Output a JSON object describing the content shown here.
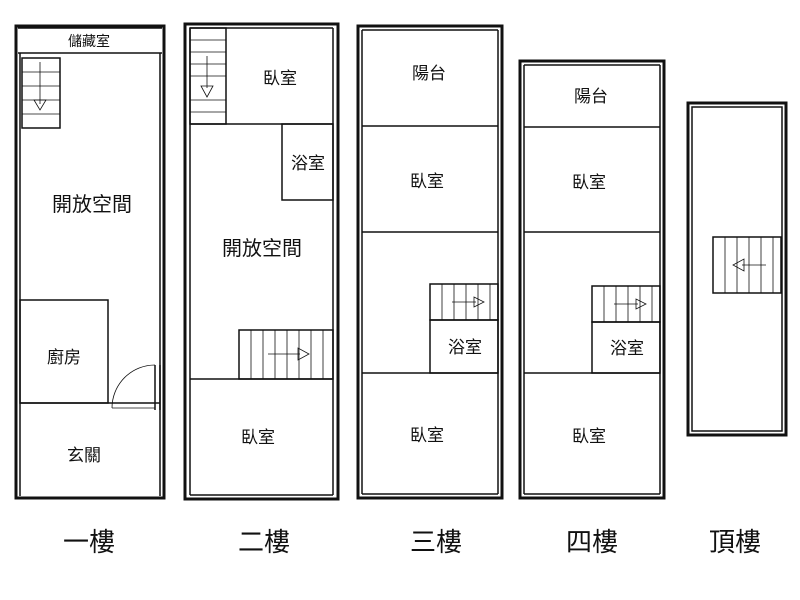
{
  "floors": [
    {
      "label": "一樓",
      "rooms": {
        "storage": "儲藏室",
        "open_space": "開放空間",
        "kitchen": "廚房",
        "entrance": "玄關"
      }
    },
    {
      "label": "二樓",
      "rooms": {
        "bedroom": "臥室",
        "bathroom": "浴室",
        "open_space": "開放空間",
        "bedroom_2": "臥室"
      }
    },
    {
      "label": "三樓",
      "rooms": {
        "balcony": "陽台",
        "bedroom": "臥室",
        "bathroom": "浴室",
        "bedroom_2": "臥室"
      }
    },
    {
      "label": "四樓",
      "rooms": {
        "balcony": "陽台",
        "bedroom": "臥室",
        "bathroom": "浴室",
        "bedroom_2": "臥室"
      }
    },
    {
      "label": "頂樓",
      "rooms": {}
    }
  ]
}
